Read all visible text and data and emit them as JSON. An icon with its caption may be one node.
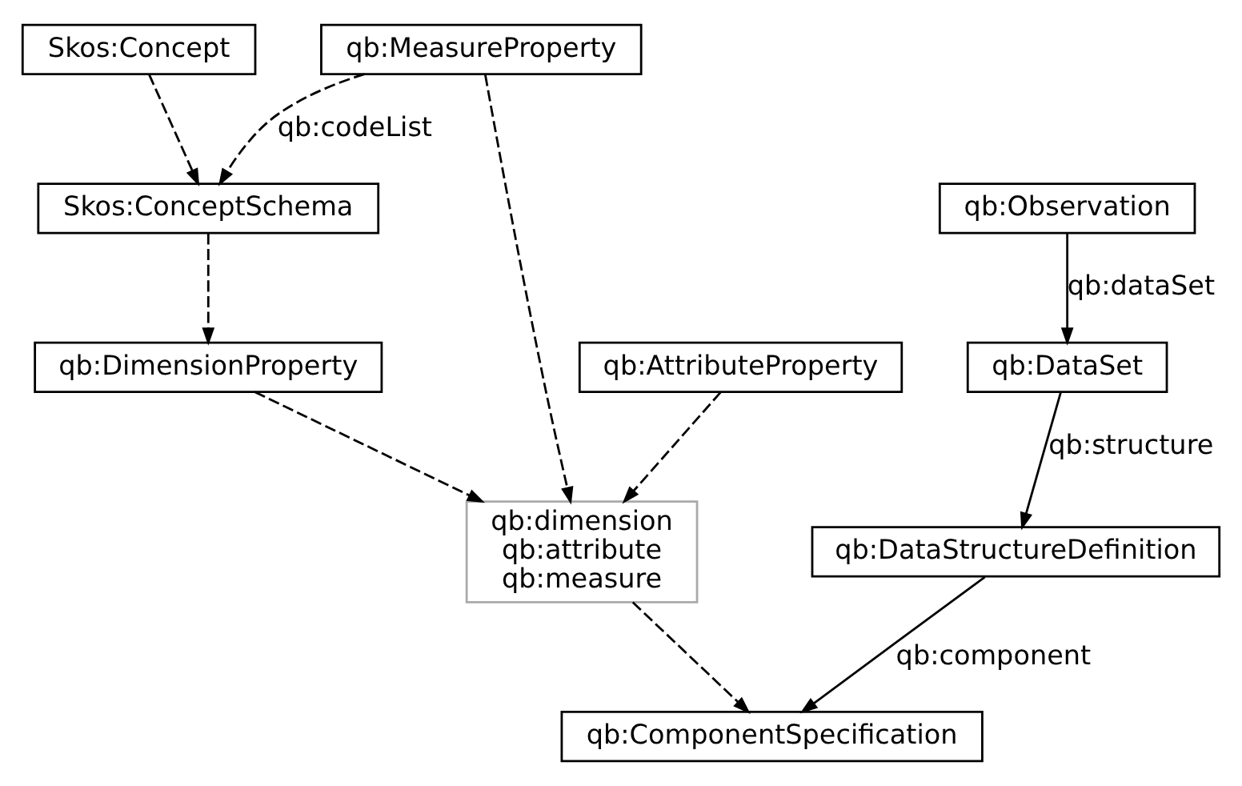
{
  "diagram": {
    "nodes": [
      {
        "text": [
          "qb:DataStructureDefinition"
        ]
      },
      {
        "text": [
          "qb:ComponentSpecification"
        ]
      },
      {
        "text": [
          "qb:dimension",
          "qb:attribute",
          "qb:measure"
        ]
      },
      {
        "text": [
          "qb:DataSet"
        ]
      },
      {
        "text": [
          "qb:DimensionProperty"
        ]
      },
      {
        "text": [
          "Skos:Concept"
        ]
      },
      {
        "text": [
          "qb:AttributeProperty"
        ]
      },
      {
        "text": [
          "qb:MeasureProperty"
        ]
      },
      {
        "text": [
          "qb:Observation"
        ]
      },
      {
        "text": [
          "Skos:ConceptSchema"
        ]
      }
    ],
    "edges": [
      {
        "from": 0,
        "to": 1,
        "arrow": "to",
        "label": "qb:component"
      },
      {
        "from": 2,
        "to": 1,
        "arrow": "to",
        "style": "dashed"
      },
      {
        "from": 3,
        "to": 0,
        "arrow": "to",
        "label": "qb:structure"
      },
      {
        "from": 4,
        "to": 2,
        "arrow": "to",
        "style": "dashed"
      },
      {
        "from": 6,
        "to": 2,
        "arrow": "to",
        "style": "dashed"
      },
      {
        "from": 7,
        "to": 2,
        "arrow": "to",
        "style": "dashed"
      },
      {
        "from": 8,
        "to": 3,
        "arrow": "to",
        "label": "qb:dataSet"
      },
      {
        "from": 9,
        "to": 4,
        "arrow": "to",
        "style": "dashed"
      },
      {
        "from": 5,
        "to": 9,
        "arrow": "to",
        "style": "dashed"
      },
      {
        "from": 7,
        "to": 9,
        "arrow": "to",
        "style": "dashed",
        "label": "qb:codeList"
      }
    ]
  }
}
